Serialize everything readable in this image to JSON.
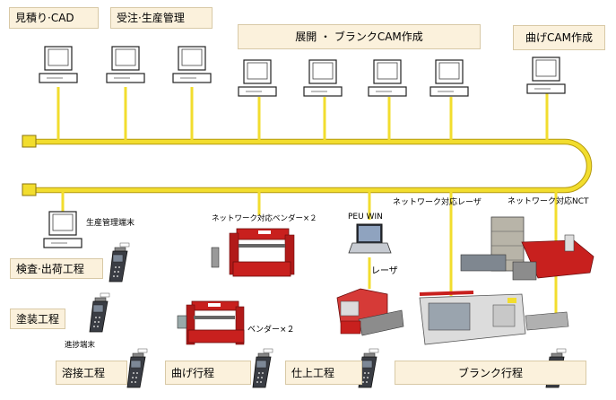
{
  "boxes": {
    "estimate_cad": "見積り·CAD",
    "order_production": "受注·生産管理",
    "blank_cam": "展開 ・ ブランクCAM作成",
    "bend_cam": "曲げCAM作成",
    "inspection": "検査·出荷工程",
    "painting": "塗装工程",
    "welding": "溶接工程",
    "bending_process": "曲げ行程",
    "finishing": "仕上工程",
    "blank_process": "ブランク行程"
  },
  "labels": {
    "production_terminal": "生産管理端末",
    "network_bender": "ネットワーク対応ベンダー×２",
    "peu_win": "PEU WIN",
    "network_laser": "ネットワーク対応レーザ",
    "network_nct": "ネットワーク対応NCT",
    "laser": "レーザ",
    "bender": "ベンダー×２",
    "progress_terminal": "進捗端末"
  },
  "colors": {
    "network_line": "#f2dd2e",
    "network_outline": "#b59a10",
    "box_fill": "#fbf1dc",
    "machine_red": "#c8201e"
  }
}
